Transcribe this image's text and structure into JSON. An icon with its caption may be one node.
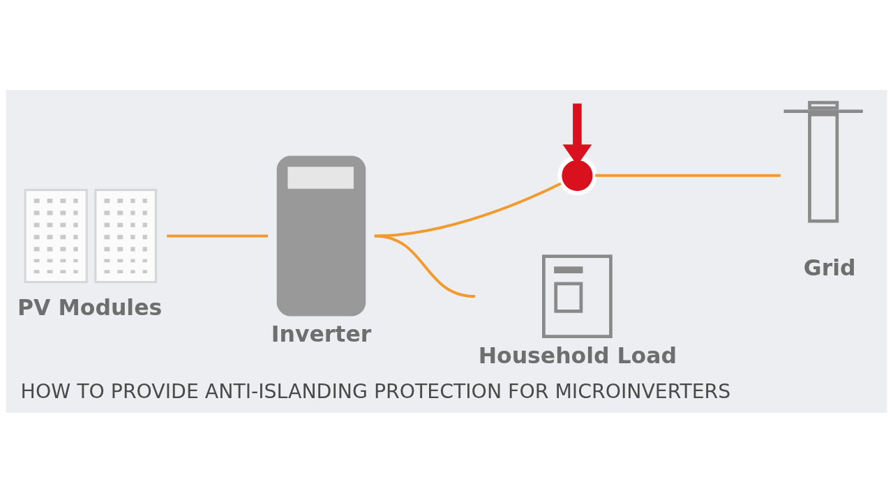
{
  "diagram": {
    "title": "HOW TO PROVIDE ANTI-ISLANDING PROTECTION FOR MICROINVERTERS",
    "nodes": [
      {
        "text": [
          "PV Modules"
        ]
      },
      {
        "text": [
          "Inverter"
        ]
      },
      {
        "text": [],
        "shape": "circle"
      },
      {
        "text": [
          "Grid"
        ]
      },
      {
        "text": [
          "Household Load"
        ]
      }
    ],
    "edges": [
      {
        "from": 0,
        "to": 1,
        "arrow": "none"
      },
      {
        "from": 1,
        "to": 2,
        "arrow": "none"
      },
      {
        "from": 2,
        "to": 3,
        "arrow": "none"
      },
      {
        "from": 1,
        "to": 4,
        "arrow": "none"
      },
      {
        "from": null,
        "to": 2,
        "arrow": "to",
        "color": "#d9101e",
        "style": "thick"
      }
    ]
  }
}
